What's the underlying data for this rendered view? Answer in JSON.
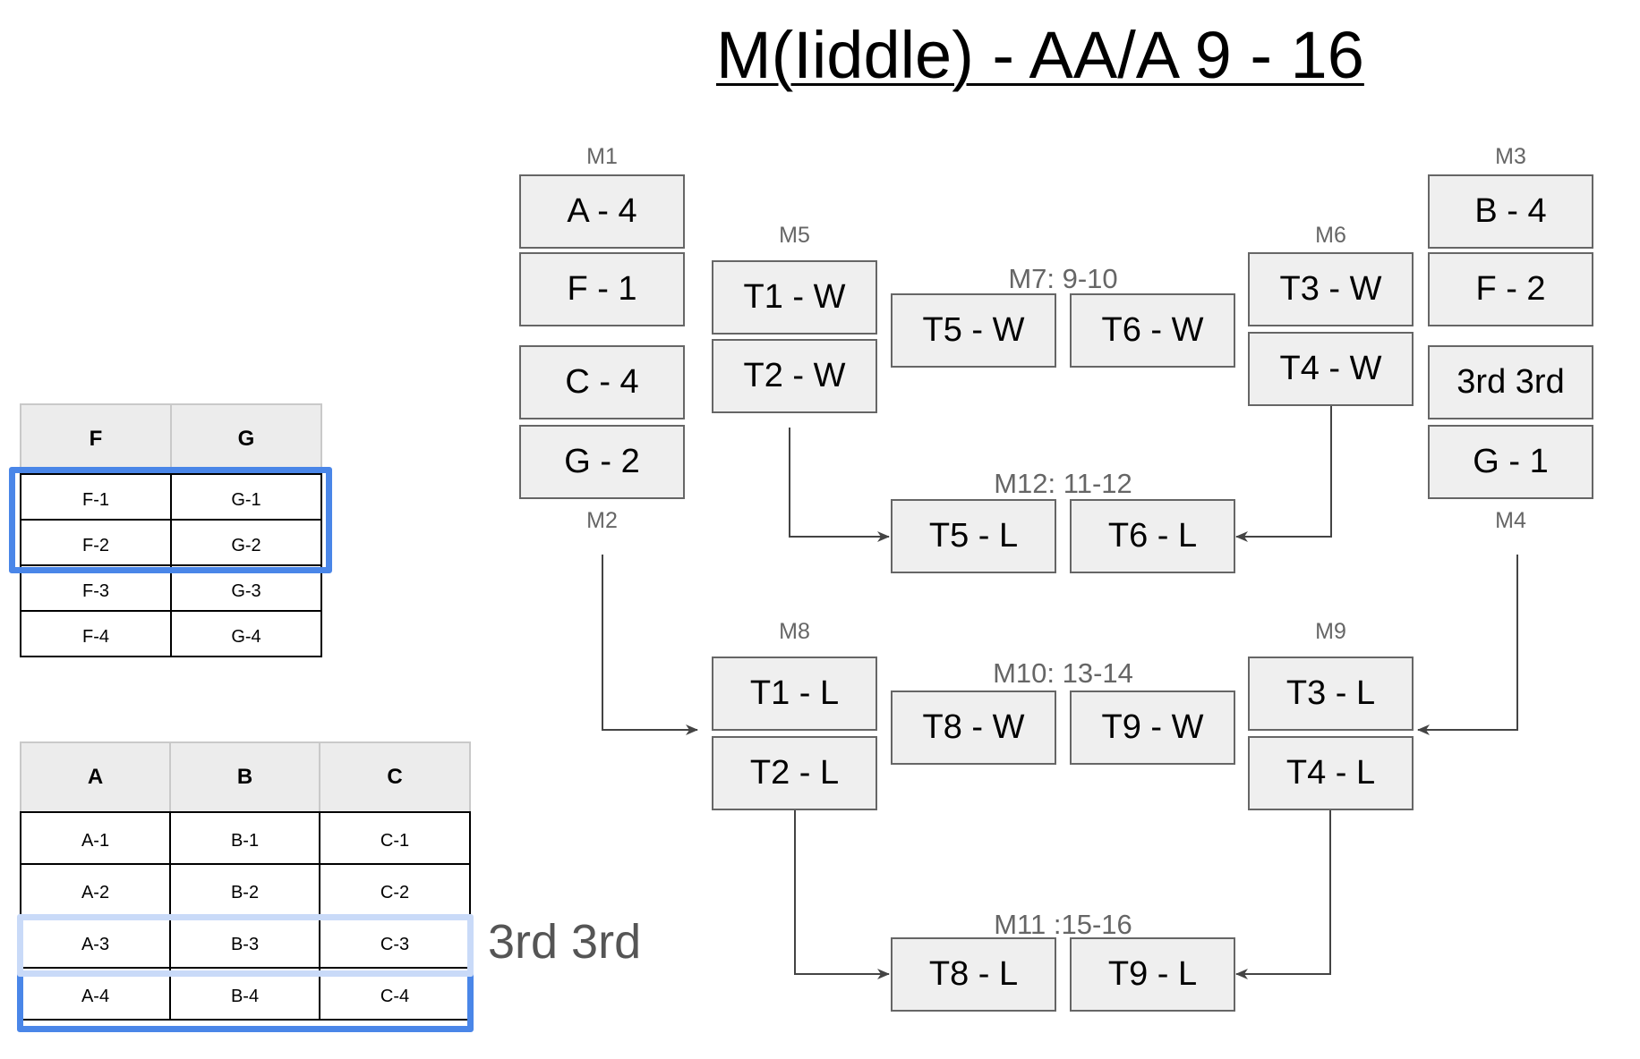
{
  "title": "M(Iiddle) - AA/A 9 - 16",
  "matches": {
    "m1": {
      "label": "M1",
      "slots": [
        "A - 4",
        "F - 1"
      ]
    },
    "m2": {
      "label": "M2",
      "slots": [
        "C - 4",
        "G - 2"
      ]
    },
    "m3": {
      "label": "M3",
      "slots": [
        "B - 4",
        "F - 2"
      ]
    },
    "m4": {
      "label": "M4",
      "slots": [
        "3rd 3rd",
        "G - 1"
      ]
    },
    "m5": {
      "label": "M5",
      "slots": [
        "T1 - W",
        "T2 - W"
      ]
    },
    "m6": {
      "label": "M6",
      "slots": [
        "T3 - W",
        "T4 - W"
      ]
    },
    "m7": {
      "label": "M7: 9-10",
      "slots": [
        "T5 - W",
        "T6 - W"
      ]
    },
    "m8": {
      "label": "M8",
      "slots": [
        "T1 - L",
        "T2 - L"
      ]
    },
    "m9": {
      "label": "M9",
      "slots": [
        "T3 - L",
        "T4 - L"
      ]
    },
    "m10": {
      "label": "M10: 13-14",
      "slots": [
        "T8 - W",
        "T9 - W"
      ]
    },
    "m11": {
      "label": "M11 :15-16",
      "slots": [
        "T8 - L",
        "T9 - L"
      ]
    },
    "m12": {
      "label": "M12: 11-12",
      "slots": [
        "T5 - L",
        "T6 - L"
      ]
    }
  },
  "group_table_fg": {
    "headers": [
      "F",
      "G"
    ],
    "rows": [
      [
        "F-1",
        "G-1"
      ],
      [
        "F-2",
        "G-2"
      ],
      [
        "F-3",
        "G-3"
      ],
      [
        "F-4",
        "G-4"
      ]
    ]
  },
  "group_table_abc": {
    "headers": [
      "A",
      "B",
      "C"
    ],
    "rows": [
      [
        "A-1",
        "B-1",
        "C-1"
      ],
      [
        "A-2",
        "B-2",
        "C-2"
      ],
      [
        "A-3",
        "B-3",
        "C-3"
      ],
      [
        "A-4",
        "B-4",
        "C-4"
      ]
    ]
  },
  "side_note": "3rd 3rd",
  "colors": {
    "highlight_dark": "#4a86e8",
    "highlight_light": "#c9daf8",
    "box_fill": "#efefef",
    "box_border": "#666666"
  }
}
